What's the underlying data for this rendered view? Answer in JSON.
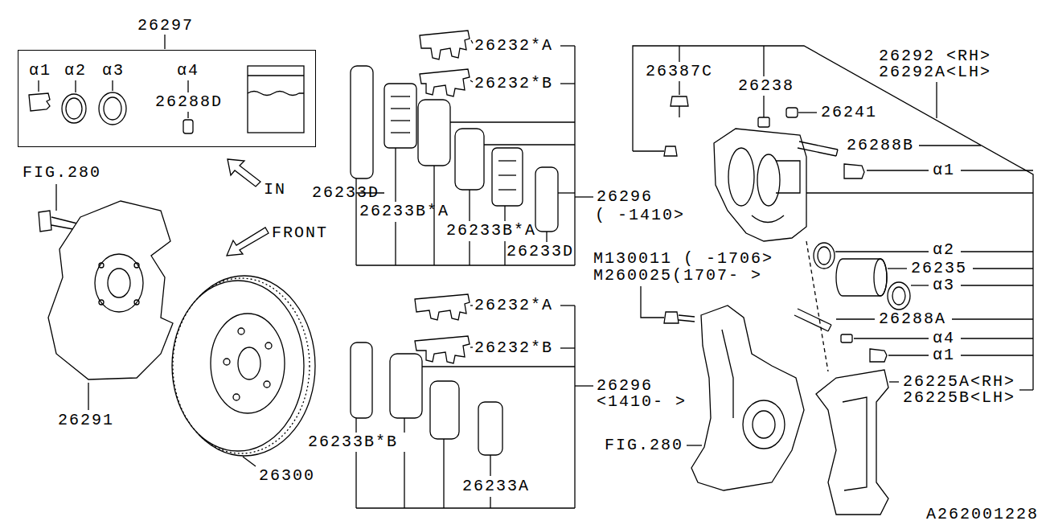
{
  "diagram": {
    "nodes": [
      {
        "text": [
          "26297"
        ]
      }
    ],
    "labels": [
      "α1",
      "α2",
      "α3",
      "α4",
      "26288D",
      "26232*A",
      "26232*B",
      "26387C",
      "26238",
      "26241",
      "26292 <RH>",
      "26292A<LH>",
      "26288B",
      "α1",
      "FIG.280",
      "IN",
      "FRONT",
      "26233D",
      "26233B*A",
      "26296",
      "( -1410>",
      "26233B*A",
      "26233D",
      "α2",
      "M130011 ( -1706>",
      "M260025(1707- >",
      "26235",
      "α3",
      "26288A",
      "α4",
      "α1",
      "26232*A",
      "26232*B",
      "26296",
      "<1410- >",
      "26225A<RH>",
      "26225B<LH>",
      "26291",
      "26300",
      "26233B*B",
      "26233A",
      "FIG.280",
      "A262001228"
    ]
  }
}
